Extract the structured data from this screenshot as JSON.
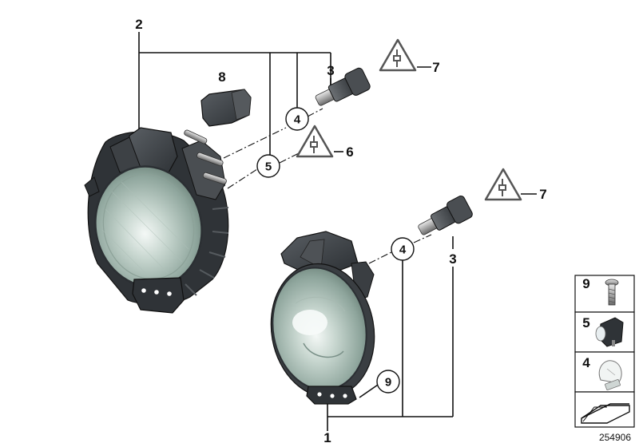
{
  "callouts": {
    "c1": "1",
    "c2": "2",
    "c3a": "3",
    "c3b": "3",
    "c4a": "4",
    "c4b": "4",
    "c5": "5",
    "c6": "6",
    "c7a": "7",
    "c7b": "7",
    "c8": "8",
    "c9": "9"
  },
  "legend": {
    "items": [
      {
        "number": "9",
        "icon": "screw-icon"
      },
      {
        "number": "5",
        "icon": "halogen-bulb-icon"
      },
      {
        "number": "4",
        "icon": "wedge-bulb-icon"
      }
    ],
    "footer_icon": "diagram-corner-icon"
  },
  "diagram_id": "254906",
  "colors": {
    "housing": "#3a3e42",
    "lens": "#9bb0a8",
    "lens_light": "#dbe6e0",
    "warning_icon": "#555555"
  }
}
